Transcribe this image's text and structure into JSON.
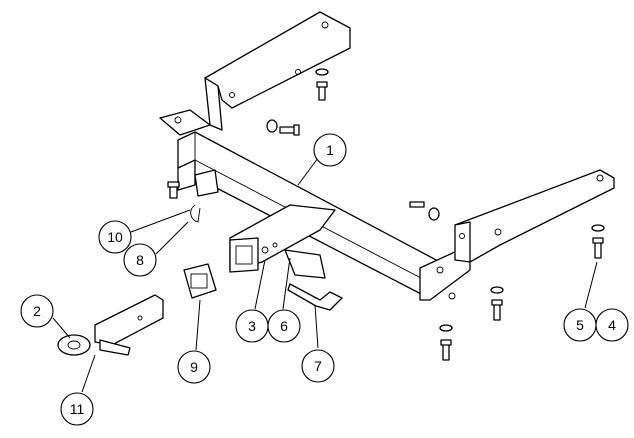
{
  "diagram": {
    "type": "exploded-parts-diagram",
    "callouts": [
      {
        "id": "1",
        "label": "1"
      },
      {
        "id": "2",
        "label": "2"
      },
      {
        "id": "3",
        "label": "3"
      },
      {
        "id": "4",
        "label": "4"
      },
      {
        "id": "5",
        "label": "5"
      },
      {
        "id": "6",
        "label": "6"
      },
      {
        "id": "7",
        "label": "7"
      },
      {
        "id": "8",
        "label": "8"
      },
      {
        "id": "9",
        "label": "9"
      },
      {
        "id": "10",
        "label": "10"
      },
      {
        "id": "11",
        "label": "11"
      }
    ]
  }
}
